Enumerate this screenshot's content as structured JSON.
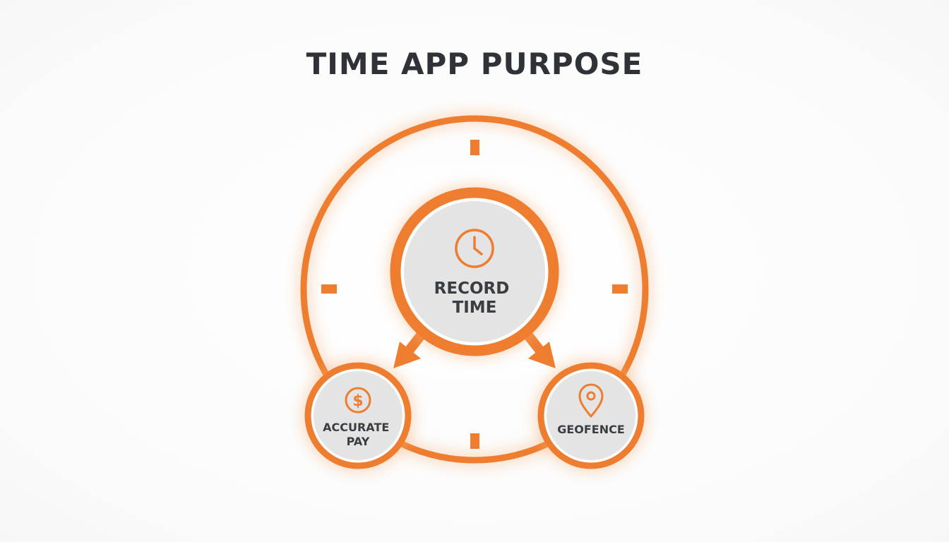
{
  "title": "TIME APP PURPOSE",
  "colors": {
    "accent": "#ee7d2f",
    "node_fill": "#e4e4e4",
    "text": "#2f3337",
    "background": "#fdfdfd"
  },
  "nodes": {
    "center": {
      "icon": "clock-icon",
      "label_lines": [
        "RECORD",
        "TIME"
      ]
    },
    "left": {
      "icon": "dollar-icon",
      "label_lines": [
        "ACCURATE",
        "PAY"
      ]
    },
    "right": {
      "icon": "location-pin-icon",
      "label_lines": [
        "GEOFENCE"
      ]
    }
  }
}
